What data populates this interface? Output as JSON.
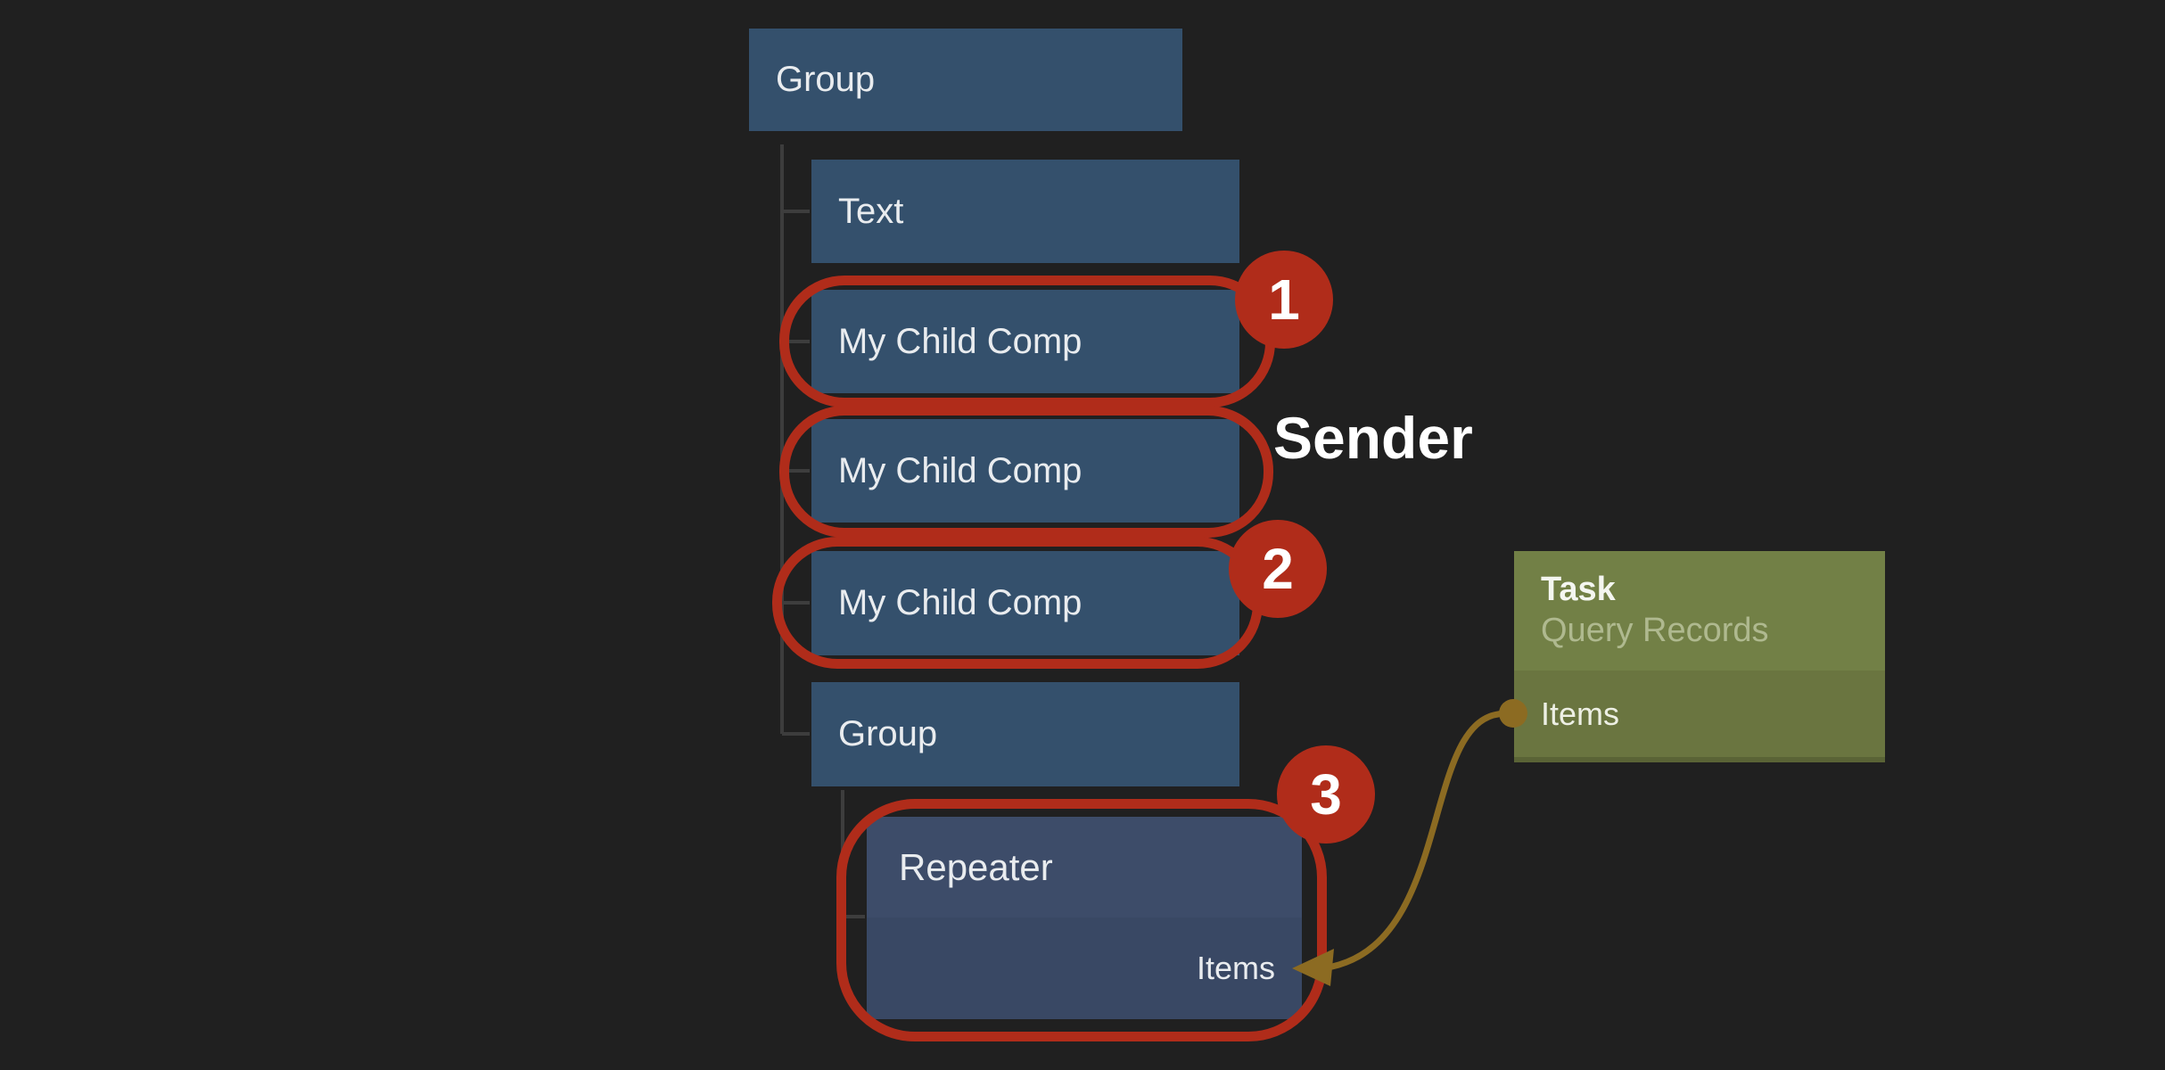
{
  "diagram": {
    "tree": {
      "root": {
        "label": "Group"
      },
      "children": [
        {
          "label": "Text"
        },
        {
          "label": "My Child Comp"
        },
        {
          "label": "My Child Comp"
        },
        {
          "label": "My Child Comp"
        },
        {
          "label": "Group"
        }
      ],
      "repeater": {
        "label": "Repeater",
        "port_label": "Items"
      }
    },
    "annotations": {
      "badge_1": "1",
      "badge_2": "2",
      "badge_3": "3",
      "sender_label": "Sender"
    },
    "task_card": {
      "title": "Task",
      "subtitle": "Query Records",
      "port_label": "Items"
    },
    "colors": {
      "bg": "#202020",
      "node_fill": "#34506C",
      "node_label": "#E9ECEF",
      "repeater_top": "#3D4C69",
      "repeater_bottom": "#394864",
      "task_top": "#728046",
      "task_bottom": "#6A7540",
      "task_subtitle": "#AFB98F",
      "annotation_red": "#B02C1A",
      "connector_gold": "#8C6B22",
      "tree_line": "#3D3D3D",
      "badge_text": "#FFFFFF",
      "sender_text": "#FFFFFF"
    }
  }
}
